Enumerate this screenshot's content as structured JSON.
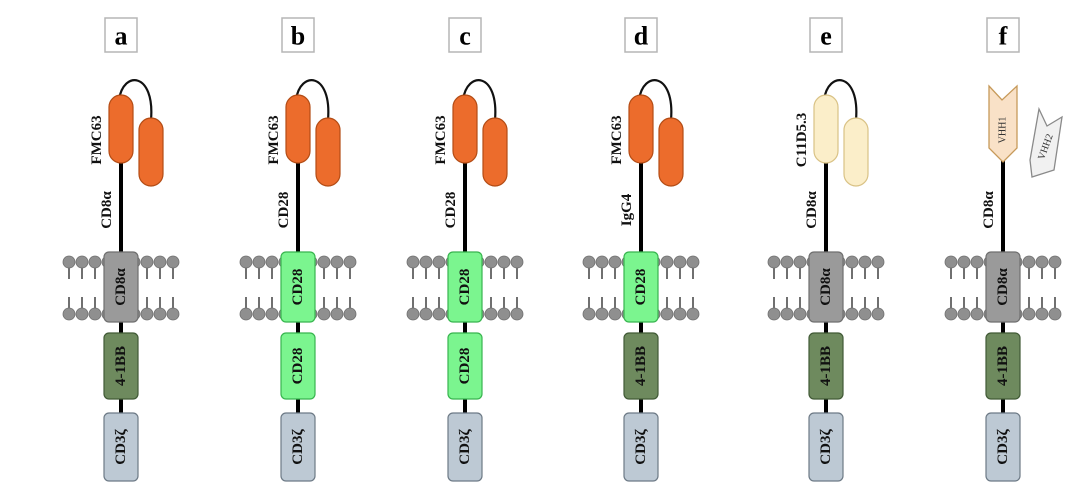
{
  "colors": {
    "fmc63": "#ec6c2c",
    "fmc63_stroke": "#b34c15",
    "c11d53": "#fbeec9",
    "c11d53_stroke": "#d9c285",
    "vhh1": "#f9e1c7",
    "vhh1_stroke": "#c79a5a",
    "vhh2": "#f1f1f1",
    "vhh2_stroke": "#8a8a8a",
    "cd8a_tm": "#9a9a9a",
    "cd28_green": "#7bf58f",
    "cd28_green_stroke": "#38b54f",
    "bb41": "#6e8a5e",
    "bb41_stroke": "#415a36",
    "cd3z": "#bdc9d4",
    "cd3z_stroke": "#6d7a86",
    "lipid": "#8f8f8f"
  },
  "panels": [
    {
      "letter": "a",
      "binder": {
        "type": "scfv",
        "label": "FMC63",
        "color_key": "fmc63"
      },
      "hinge": "CD8α",
      "tm": {
        "label": "CD8α",
        "color_key": "cd8a_tm"
      },
      "costim": {
        "label": "4-1BB",
        "color_key": "bb41"
      },
      "signal": "CD3ζ"
    },
    {
      "letter": "b",
      "binder": {
        "type": "scfv",
        "label": "FMC63",
        "color_key": "fmc63"
      },
      "hinge": "CD28",
      "tm": {
        "label": "CD28",
        "color_key": "cd28_green"
      },
      "costim": {
        "label": "CD28",
        "color_key": "cd28_green"
      },
      "signal": "CD3ζ"
    },
    {
      "letter": "c",
      "binder": {
        "type": "scfv",
        "label": "FMC63",
        "color_key": "fmc63"
      },
      "hinge": "CD28",
      "tm": {
        "label": "CD28",
        "color_key": "cd28_green"
      },
      "costim": {
        "label": "CD28",
        "color_key": "cd28_green"
      },
      "signal": "CD3ζ"
    },
    {
      "letter": "d",
      "binder": {
        "type": "scfv",
        "label": "FMC63",
        "color_key": "fmc63"
      },
      "hinge": "IgG4",
      "tm": {
        "label": "CD28",
        "color_key": "cd28_green"
      },
      "costim": {
        "label": "4-1BB",
        "color_key": "bb41"
      },
      "signal": "CD3ζ"
    },
    {
      "letter": "e",
      "binder": {
        "type": "scfv",
        "label": "C11D5.3",
        "color_key": "c11d53"
      },
      "hinge": "CD8α",
      "tm": {
        "label": "CD8α",
        "color_key": "cd8a_tm"
      },
      "costim": {
        "label": "4-1BB",
        "color_key": "bb41"
      },
      "signal": "CD3ζ"
    },
    {
      "letter": "f",
      "binder": {
        "type": "vhh",
        "label": "",
        "vhh1": "VHH1",
        "vhh2": "VHH2"
      },
      "hinge": "CD8α",
      "tm": {
        "label": "CD8α",
        "color_key": "cd8a_tm"
      },
      "costim": {
        "label": "4-1BB",
        "color_key": "bb41"
      },
      "signal": "CD3ζ"
    }
  ]
}
